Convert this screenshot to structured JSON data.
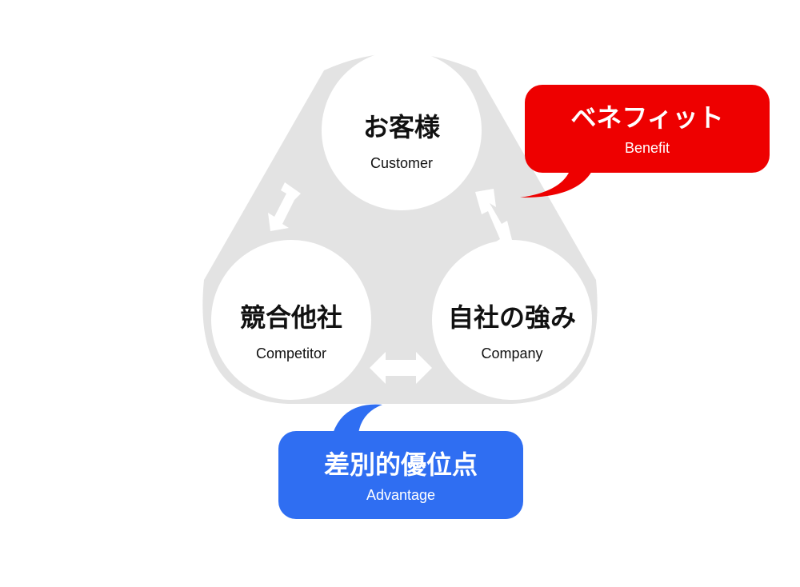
{
  "colors": {
    "background": "#ffffff",
    "triangle": "#e3e3e3",
    "circle": "#ffffff",
    "text": "#111111",
    "benefit": "#ee0000",
    "advantage": "#2f6ef2"
  },
  "circles": {
    "customer": {
      "title": "お客様",
      "subtitle": "Customer"
    },
    "competitor": {
      "title": "競合他社",
      "subtitle": "Competitor"
    },
    "company": {
      "title": "自社の強み",
      "subtitle": "Company"
    }
  },
  "callouts": {
    "benefit": {
      "title": "ベネフィット",
      "subtitle": "Benefit"
    },
    "advantage": {
      "title": "差別的優位点",
      "subtitle": "Advantage"
    }
  },
  "arrows": [
    {
      "id": "customer-competitor",
      "icon": "double-arrow-icon"
    },
    {
      "id": "customer-company",
      "icon": "double-arrow-icon"
    },
    {
      "id": "competitor-company",
      "icon": "double-arrow-icon"
    }
  ]
}
